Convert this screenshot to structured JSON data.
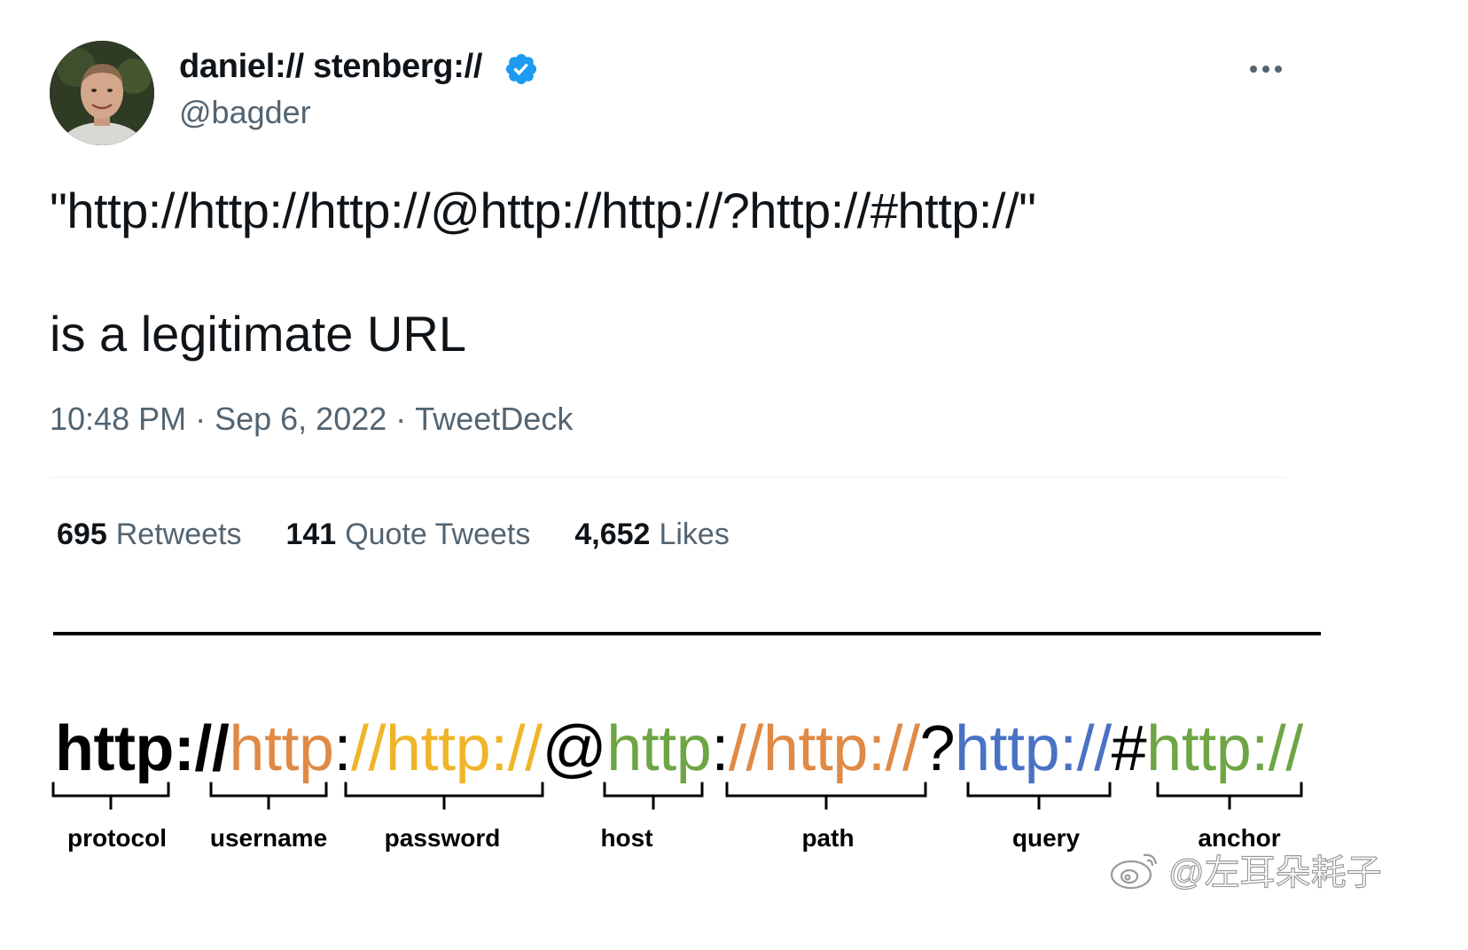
{
  "tweet": {
    "author": {
      "name": "daniel:// stenberg://",
      "handle": "@bagder",
      "verified": true
    },
    "text_line1": "\"http://http://http://@http://http://?http://#http://\"",
    "text_line2": "is a legitimate URL",
    "meta": {
      "time": "10:48 PM",
      "date": "Sep 6, 2022",
      "source": "TweetDeck",
      "separator": "·"
    },
    "stats": [
      {
        "count": "695",
        "label": "Retweets"
      },
      {
        "count": "141",
        "label": "Quote Tweets"
      },
      {
        "count": "4,652",
        "label": "Likes"
      }
    ],
    "more_icon": "more-horizontal-icon"
  },
  "breakdown": {
    "segments": [
      {
        "text": "http://",
        "role": "protocol"
      },
      {
        "text": "http",
        "role": "username"
      },
      {
        "text": ":",
        "role": "separator"
      },
      {
        "text": "//http://",
        "role": "password"
      },
      {
        "text": "@",
        "role": "separator"
      },
      {
        "text": "http",
        "role": "host"
      },
      {
        "text": ":",
        "role": "separator"
      },
      {
        "text": "//http://",
        "role": "path"
      },
      {
        "text": "?",
        "role": "separator"
      },
      {
        "text": "http://",
        "role": "query"
      },
      {
        "text": "#",
        "role": "separator"
      },
      {
        "text": "http://",
        "role": "anchor"
      }
    ],
    "labels": {
      "protocol": "protocol",
      "username": "username",
      "password": "password",
      "host": "host",
      "path": "path",
      "query": "query",
      "anchor": "anchor"
    },
    "colors": {
      "protocol": "#000000",
      "username": "#e08a45",
      "password": "#f0b429",
      "host": "#6ea545",
      "path": "#e08a45",
      "query": "#4a72c4",
      "anchor": "#6ea545"
    }
  },
  "watermark": {
    "text": "@左耳朵耗子",
    "icon": "weibo-icon"
  }
}
